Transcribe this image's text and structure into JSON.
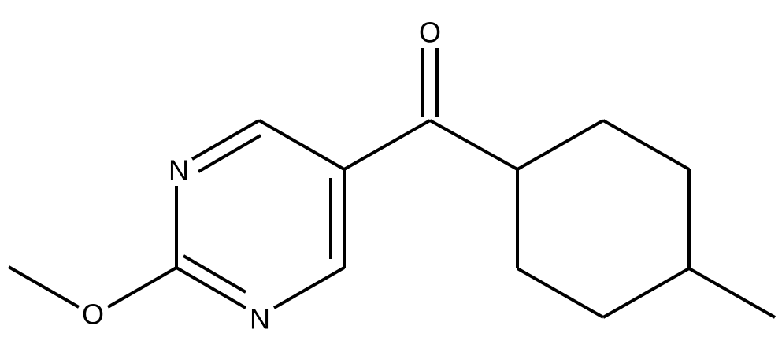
{
  "atoms": {
    "carbonyl_oxygen": "O",
    "ring_nitrogen_upper": "N",
    "ring_nitrogen_lower": "N",
    "methoxy_oxygen": "O"
  }
}
